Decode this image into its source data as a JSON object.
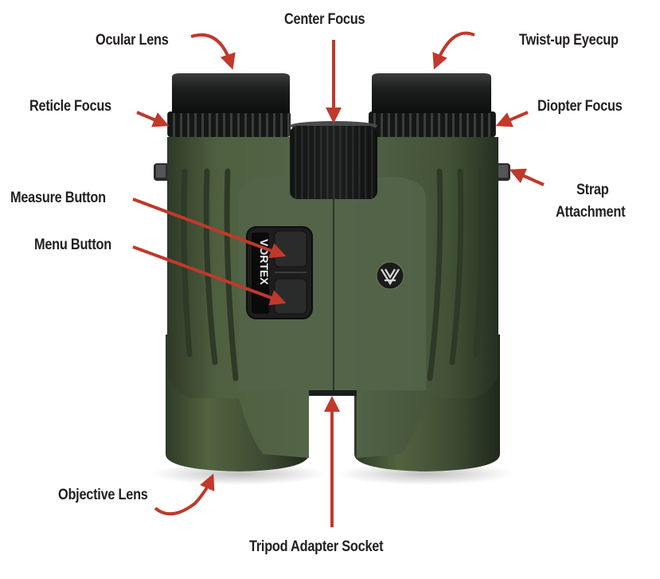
{
  "diagram": {
    "subject": "Vortex laser rangefinding binocular",
    "brand_mark": "VORTEX",
    "accent_color": "#c0392b",
    "body_color": "#4a5a3e",
    "labels": [
      {
        "id": "center-focus",
        "text": "Center Focus"
      },
      {
        "id": "ocular-lens",
        "text": "Ocular Lens"
      },
      {
        "id": "twist-up-eyecup",
        "text": "Twist-up Eyecup"
      },
      {
        "id": "reticle-focus",
        "text": "Reticle Focus"
      },
      {
        "id": "diopter-focus",
        "text": "Diopter Focus"
      },
      {
        "id": "strap-attachment",
        "text": "Strap Attachment",
        "line1": "Strap",
        "line2": "Attachment"
      },
      {
        "id": "measure-button",
        "text": "Measure Button"
      },
      {
        "id": "menu-button",
        "text": "Menu Button"
      },
      {
        "id": "objective-lens",
        "text": "Objective Lens"
      },
      {
        "id": "tripod-adapter-socket",
        "text": "Tripod Adapter Socket"
      }
    ]
  }
}
